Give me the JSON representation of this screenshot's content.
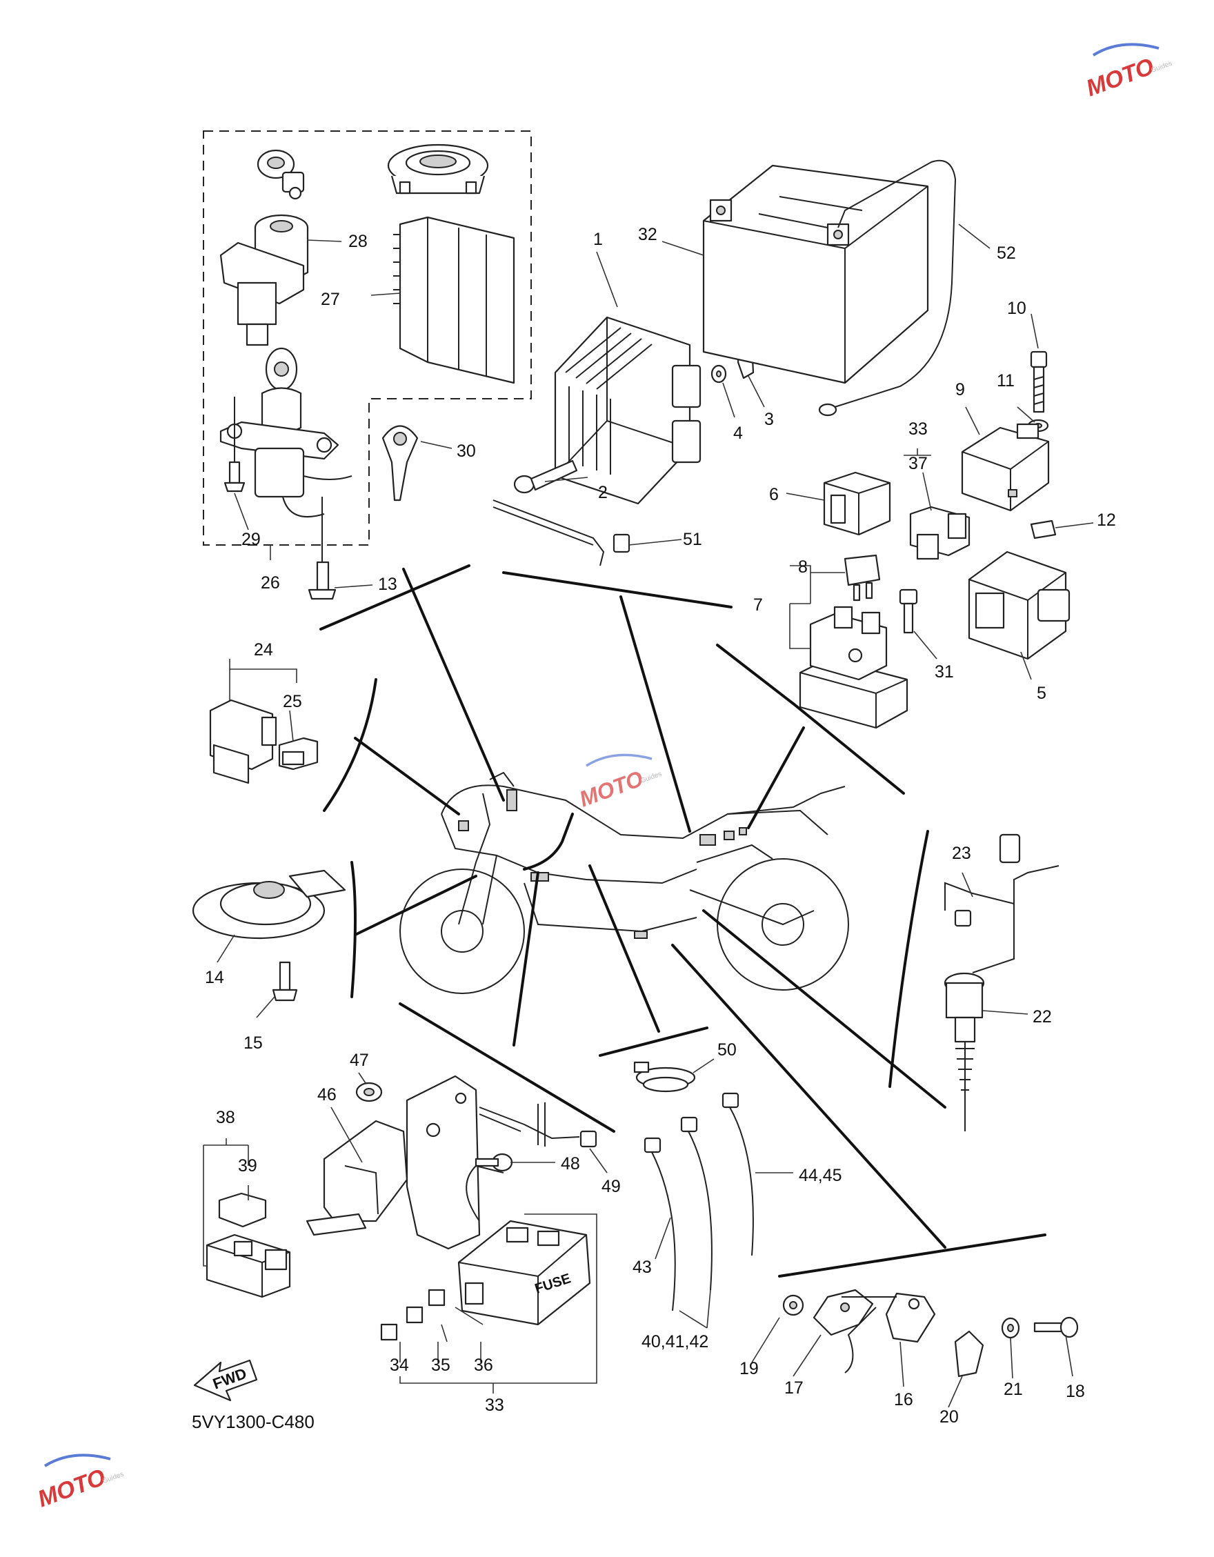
{
  "diagram": {
    "code": "5VY1300-C480",
    "fwd_label": "FWD",
    "fuse_label": "FUSE",
    "watermark": {
      "text": "MOTO",
      "sub": "Guides",
      "color_red": "#d63a3a",
      "color_blue": "#5a7bd6"
    },
    "callouts": {
      "c1": "1",
      "c2": "2",
      "c3": "3",
      "c4": "4",
      "c5": "5",
      "c6": "6",
      "c7": "7",
      "c8": "8",
      "c9": "9",
      "c10": "10",
      "c11": "11",
      "c12": "12",
      "c13": "13",
      "c14": "14",
      "c15": "15",
      "c16": "16",
      "c17": "17",
      "c18": "18",
      "c19": "19",
      "c20": "20",
      "c21": "21",
      "c22": "22",
      "c23": "23",
      "c24": "24",
      "c25": "25",
      "c26": "26",
      "c27": "27",
      "c28": "28",
      "c29": "29",
      "c30": "30",
      "c31": "31",
      "c32": "32",
      "c33a": "33",
      "c37": "37",
      "c33b": "33",
      "c34": "34",
      "c35": "35",
      "c36": "36",
      "c38": "38",
      "c39": "39",
      "c40": "40,41,42",
      "c43": "43",
      "c44": "44,45",
      "c46": "46",
      "c47": "47",
      "c48": "48",
      "c49": "49",
      "c50": "50",
      "c51": "51",
      "c52": "52"
    }
  }
}
